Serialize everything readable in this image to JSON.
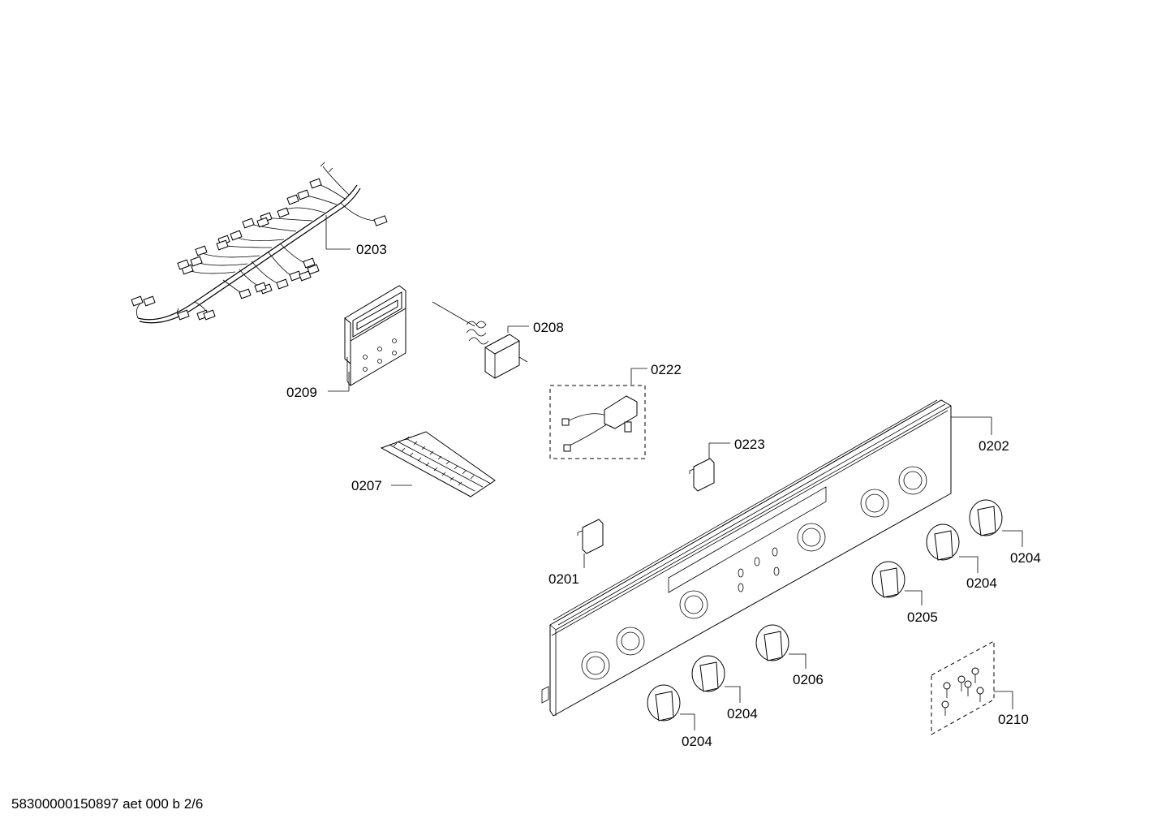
{
  "labels": {
    "p0201": "0201",
    "p0202": "0202",
    "p0203": "0203",
    "p0204a": "0204",
    "p0204b": "0204",
    "p0204c": "0204",
    "p0204d": "0204",
    "p0205": "0205",
    "p0206": "0206",
    "p0207": "0207",
    "p0208": "0208",
    "p0209": "0209",
    "p0210": "0210",
    "p0222": "0222",
    "p0223": "0223"
  },
  "footer": {
    "text": "58300000150897 aet 000 b 2/6"
  }
}
